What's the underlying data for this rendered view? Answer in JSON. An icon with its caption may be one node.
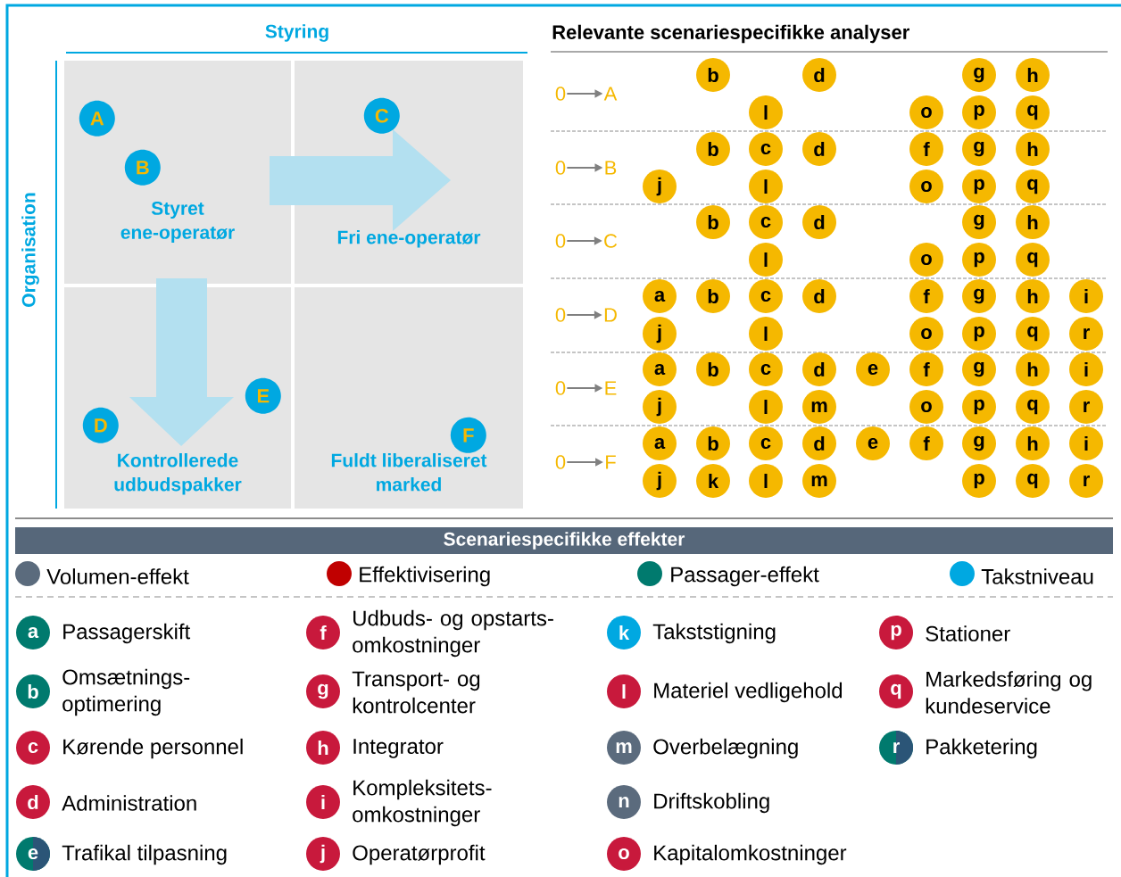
{
  "diagram": {
    "nodes": [
      {
        "text": [
          "Styret ene-operatør"
        ]
      },
      {
        "text": [
          "Fri ene-operatør"
        ]
      },
      {
        "text": [
          "Kontrollerede udbudspakker"
        ]
      },
      {
        "text": [
          "Fuldt liberaliseret marked"
        ]
      },
      {
        "text": [
          "A"
        ],
        "in": 0
      },
      {
        "text": [
          "B"
        ],
        "in": 0
      },
      {
        "text": [
          "C"
        ],
        "in": 1
      },
      {
        "text": [
          "D"
        ],
        "in": 2
      },
      {
        "text": [
          "E"
        ],
        "in": 2
      },
      {
        "text": [
          "F"
        ],
        "in": 3
      },
      {
        "text": [
          "0"
        ]
      },
      {
        "text": [
          "A"
        ]
      },
      {
        "text": [
          "b"
        ]
      },
      {
        "text": [
          "d"
        ]
      },
      {
        "text": [
          "g"
        ]
      },
      {
        "text": [
          "h"
        ]
      },
      {
        "text": [
          "l"
        ]
      },
      {
        "text": [
          "o"
        ]
      },
      {
        "text": [
          "p"
        ]
      },
      {
        "text": [
          "q"
        ]
      },
      {
        "text": [
          "0"
        ]
      },
      {
        "text": [
          "B"
        ]
      },
      {
        "text": [
          "b"
        ]
      },
      {
        "text": [
          "c"
        ]
      },
      {
        "text": [
          "d"
        ]
      },
      {
        "text": [
          "f"
        ]
      },
      {
        "text": [
          "g"
        ]
      },
      {
        "text": [
          "h"
        ]
      },
      {
        "text": [
          "j"
        ]
      },
      {
        "text": [
          "l"
        ]
      },
      {
        "text": [
          "o"
        ]
      },
      {
        "text": [
          "p"
        ]
      },
      {
        "text": [
          "q"
        ]
      },
      {
        "text": [
          "0"
        ]
      },
      {
        "text": [
          "C"
        ]
      },
      {
        "text": [
          "b"
        ]
      },
      {
        "text": [
          "c"
        ]
      },
      {
        "text": [
          "d"
        ]
      },
      {
        "text": [
          "g"
        ]
      },
      {
        "text": [
          "h"
        ]
      },
      {
        "text": [
          "l"
        ]
      },
      {
        "text": [
          "o"
        ]
      },
      {
        "text": [
          "p"
        ]
      },
      {
        "text": [
          "q"
        ]
      },
      {
        "text": [
          "0"
        ]
      },
      {
        "text": [
          "D"
        ]
      },
      {
        "text": [
          "a"
        ]
      },
      {
        "text": [
          "b"
        ]
      },
      {
        "text": [
          "c"
        ]
      },
      {
        "text": [
          "d"
        ]
      },
      {
        "text": [
          "f"
        ]
      },
      {
        "text": [
          "g"
        ]
      },
      {
        "text": [
          "h"
        ]
      },
      {
        "text": [
          "i"
        ]
      },
      {
        "text": [
          "j"
        ]
      },
      {
        "text": [
          "l"
        ]
      },
      {
        "text": [
          "o"
        ]
      },
      {
        "text": [
          "p"
        ]
      },
      {
        "text": [
          "q"
        ]
      },
      {
        "text": [
          "r"
        ]
      },
      {
        "text": [
          "0"
        ]
      },
      {
        "text": [
          "E"
        ]
      },
      {
        "text": [
          "a"
        ]
      },
      {
        "text": [
          "b"
        ]
      },
      {
        "text": [
          "c"
        ]
      },
      {
        "text": [
          "d"
        ]
      },
      {
        "text": [
          "e"
        ]
      },
      {
        "text": [
          "f"
        ]
      },
      {
        "text": [
          "g"
        ]
      },
      {
        "text": [
          "h"
        ]
      },
      {
        "text": [
          "i"
        ]
      },
      {
        "text": [
          "j"
        ]
      },
      {
        "text": [
          "l"
        ]
      },
      {
        "text": [
          "m"
        ]
      },
      {
        "text": [
          "o"
        ]
      },
      {
        "text": [
          "p"
        ]
      },
      {
        "text": [
          "q"
        ]
      },
      {
        "text": [
          "r"
        ]
      },
      {
        "text": [
          "0"
        ]
      },
      {
        "text": [
          "F"
        ]
      },
      {
        "text": [
          "a"
        ]
      },
      {
        "text": [
          "b"
        ]
      },
      {
        "text": [
          "c"
        ]
      },
      {
        "text": [
          "d"
        ]
      },
      {
        "text": [
          "e"
        ]
      },
      {
        "text": [
          "f"
        ]
      },
      {
        "text": [
          "g"
        ]
      },
      {
        "text": [
          "h"
        ]
      },
      {
        "text": [
          "i"
        ]
      },
      {
        "text": [
          "j"
        ]
      },
      {
        "text": [
          "k"
        ]
      },
      {
        "text": [
          "l"
        ]
      },
      {
        "text": [
          "m"
        ]
      },
      {
        "text": [
          "p"
        ]
      },
      {
        "text": [
          "q"
        ]
      },
      {
        "text": [
          "r"
        ]
      },
      {
        "text": [
          "a"
        ],
        "beside": [
          "Passagerskift"
        ]
      },
      {
        "text": [
          "b"
        ],
        "beside": [
          "Omsætnings- optimering"
        ]
      },
      {
        "text": [
          "c"
        ],
        "beside": [
          "Kørende personnel"
        ]
      },
      {
        "text": [
          "d"
        ],
        "beside": [
          "Administration"
        ]
      },
      {
        "text": [
          "e"
        ],
        "beside": [
          "Trafikal tilpasning"
        ]
      },
      {
        "text": [
          "f"
        ],
        "beside": [
          "Udbuds- og opstarts- omkostninger"
        ]
      },
      {
        "text": [
          "g"
        ],
        "beside": [
          "Transport- og kontrolcenter"
        ]
      },
      {
        "text": [
          "h"
        ],
        "beside": [
          "Integrator"
        ]
      },
      {
        "text": [
          "i"
        ],
        "beside": [
          "Kompleksitets- omkostninger"
        ]
      },
      {
        "text": [
          "j"
        ],
        "beside": [
          "Operatørprofit"
        ]
      },
      {
        "text": [
          "k"
        ],
        "beside": [
          "Takststigning"
        ]
      },
      {
        "text": [
          "l"
        ],
        "beside": [
          "Materiel vedligehold"
        ]
      },
      {
        "text": [
          "m"
        ],
        "beside": [
          "Overbelægning"
        ]
      },
      {
        "text": [
          "n"
        ],
        "beside": [
          "Driftskobling"
        ]
      },
      {
        "text": [
          "o"
        ],
        "beside": [
          "Kapitalomkostninger"
        ]
      },
      {
        "text": [
          "p"
        ],
        "beside": [
          "Stationer"
        ]
      },
      {
        "text": [
          "q"
        ],
        "beside": [
          "Markedsføring og kundeservice"
        ]
      },
      {
        "text": [
          "r"
        ],
        "beside": [
          "Pakketering"
        ]
      }
    ],
    "edges": [
      {
        "from": 10,
        "to": 11,
        "arrow": "to"
      },
      {
        "from": 20,
        "to": 21,
        "arrow": "to"
      },
      {
        "from": 33,
        "to": 34,
        "arrow": "to"
      },
      {
        "from": 44,
        "to": 45,
        "arrow": "to"
      },
      {
        "from": 60,
        "to": 61,
        "arrow": "to"
      },
      {
        "from": 78,
        "to": 79,
        "arrow": "to"
      }
    ],
    "labels": [
      "Styring",
      "Organisation",
      "Relevante scenariespecifikke analyser",
      "Scenariespecifikke effekter"
    ],
    "legend": [
      {
        "text": "Volumen-effekt",
        "color": "#5b6b7d"
      },
      {
        "text": "Effektivisering",
        "color": "#c00000"
      },
      {
        "text": "Passager-effekt",
        "color": "#007a6e"
      },
      {
        "text": "Takstniveau",
        "color": "#00a8e1"
      }
    ]
  }
}
